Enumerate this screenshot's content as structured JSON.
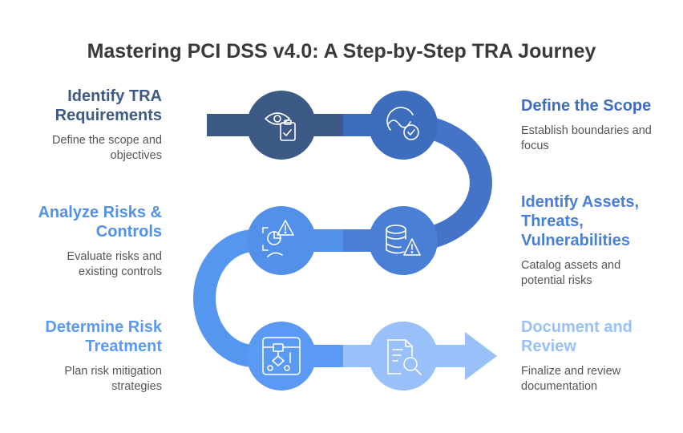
{
  "title": "Mastering PCI DSS v4.0: A Step-by-Step TRA Journey",
  "colors": {
    "step1": "#3d5a87",
    "step2": "#3f6dbd",
    "step3": "#4a7fd6",
    "step4": "#5290ea",
    "step5": "#5a9af5",
    "step6": "#99c0f8"
  },
  "steps": [
    {
      "title": "Identify TRA Requirements",
      "title_lines": [
        "Identify TRA",
        "Requirements"
      ],
      "desc_lines": [
        "Define the scope and",
        "objectives"
      ],
      "icon": "eye-clipboard-icon"
    },
    {
      "title": "Define the Scope",
      "title_lines": [
        "Define the Scope"
      ],
      "desc_lines": [
        "Establish boundaries and",
        "focus"
      ],
      "icon": "scope-check-icon"
    },
    {
      "title": "Identify Assets, Threats, Vulnerabilities",
      "title_lines": [
        "Identify Assets,",
        "Threats,",
        "Vulnerabilities"
      ],
      "desc_lines": [
        "Catalog assets and",
        "potential risks"
      ],
      "icon": "database-warning-icon"
    },
    {
      "title": "Analyze Risks & Controls",
      "title_lines": [
        "Analyze Risks &",
        "Controls"
      ],
      "desc_lines": [
        "Evaluate risks and",
        "existing controls"
      ],
      "icon": "risk-analysis-icon"
    },
    {
      "title": "Determine Risk Treatment",
      "title_lines": [
        "Determine Risk",
        "Treatment"
      ],
      "desc_lines": [
        "Plan risk mitigation",
        "strategies"
      ],
      "icon": "flowchart-icon"
    },
    {
      "title": "Document and Review",
      "title_lines": [
        "Document and",
        "Review"
      ],
      "desc_lines": [
        "Finalize and review",
        "documentation"
      ],
      "icon": "document-search-icon"
    }
  ]
}
